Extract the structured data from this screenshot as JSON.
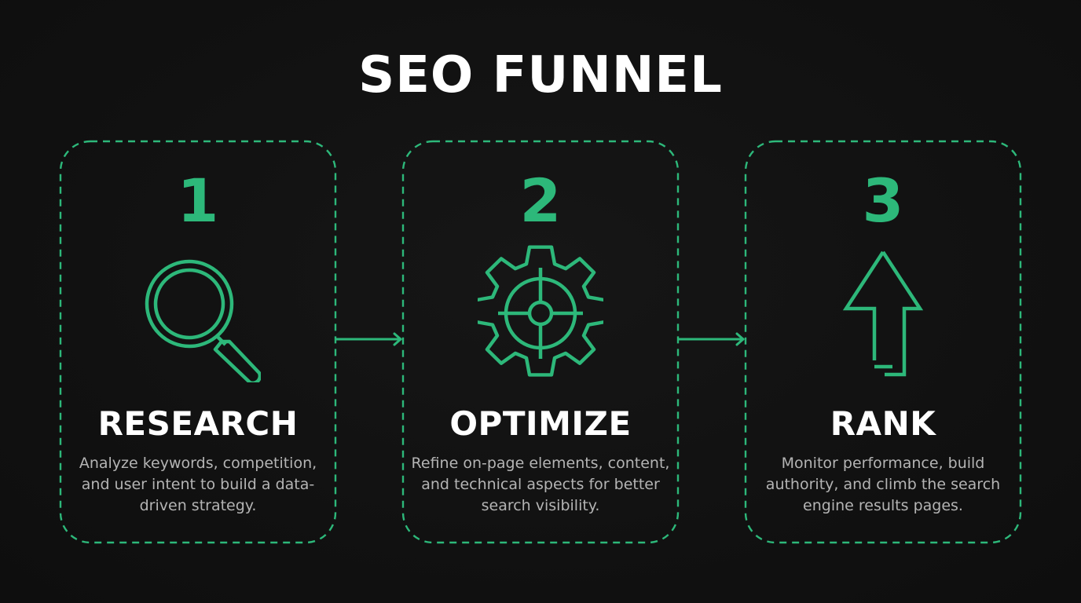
{
  "title": "SEO FUNNEL",
  "colors": {
    "background": "#111111",
    "accent": "#2db87a",
    "heading": "#ffffff",
    "description": "#b4b4b4"
  },
  "steps": [
    {
      "number": "1",
      "icon": "magnifying-glass-icon",
      "heading": "RESEARCH",
      "description": "Analyze keywords, competition, and user intent to build a data-driven strategy."
    },
    {
      "number": "2",
      "icon": "gear-target-icon",
      "heading": "OPTIMIZE",
      "description": "Refine on-page elements, content, and technical aspects for better search visibility."
    },
    {
      "number": "3",
      "icon": "up-arrow-icon",
      "heading": "RANK",
      "description": "Monitor performance, build authority, and climb the search engine results pages."
    }
  ],
  "connectors": [
    {
      "from": "1",
      "to": "2",
      "icon": "arrow-right-icon"
    },
    {
      "from": "2",
      "to": "3",
      "icon": "arrow-right-icon"
    }
  ]
}
